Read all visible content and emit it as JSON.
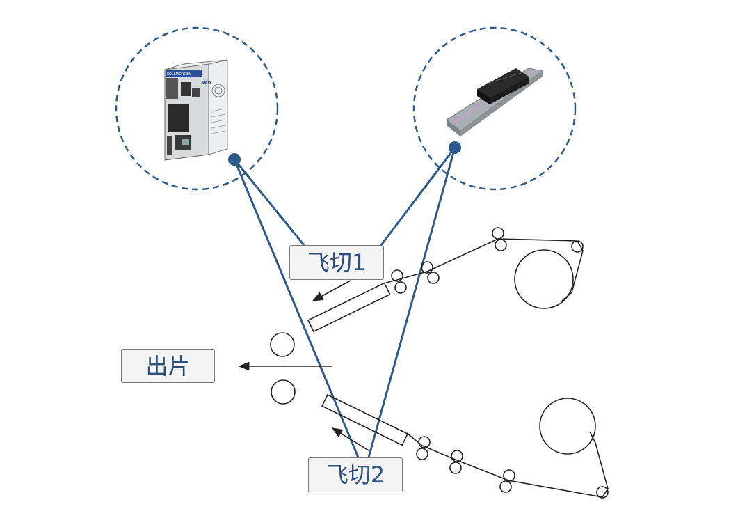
{
  "labels": {
    "flying_cut_1": "飞切1",
    "output": "出片",
    "flying_cut_2": "飞切2"
  },
  "colors": {
    "connector": "#2d5a8c",
    "dashed_circle": "#2d5a8c",
    "line_art": "#222222",
    "label_text": "#2b4f80"
  },
  "devices": {
    "left": "servo-drive",
    "right": "linear-motor"
  },
  "device_text": {
    "drive_brand": "KOLLMORGEN",
    "drive_model": "AKD"
  }
}
